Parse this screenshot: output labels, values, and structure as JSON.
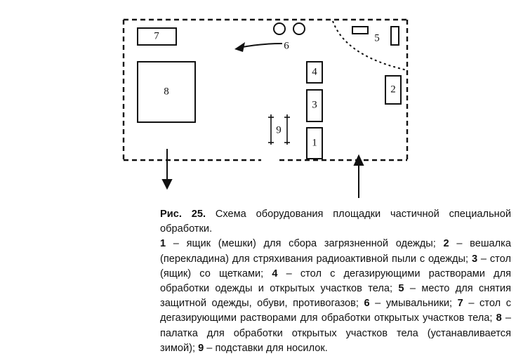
{
  "figure": {
    "labels": {
      "n1": "1",
      "n2": "2",
      "n3": "3",
      "n4": "4",
      "n5": "5",
      "n6": "6",
      "n7": "7",
      "n8": "8",
      "n9": "9"
    },
    "caption_prefix": "Рис. 25.",
    "caption_title": " Схема оборудования площадки частичной специальной обработки.",
    "legend": [
      {
        "num": "1",
        "text": " – ящик (мешки) для сбора загрязненной одежды; "
      },
      {
        "num": "2",
        "text": " – вешалка (перекладина) для стряхивания радиоактивной пыли с одежды; "
      },
      {
        "num": "3",
        "text": " – стол (ящик) со щетками; "
      },
      {
        "num": "4",
        "text": " – стол с дегазирующими растворами для обработки одежды и открытых участков тела; "
      },
      {
        "num": "5",
        "text": " – место для снятия защитной одежды, обуви, противогазов; "
      },
      {
        "num": "6",
        "text": " – умывальники; "
      },
      {
        "num": "7",
        "text": " – стол с дегазирующими растворами для обработки открытых участков тела; "
      },
      {
        "num": "8",
        "text": " – палатка для обработки открытых участков тела (устанавливается зимой); "
      },
      {
        "num": "9",
        "text": " – подставки для носилок."
      }
    ]
  }
}
